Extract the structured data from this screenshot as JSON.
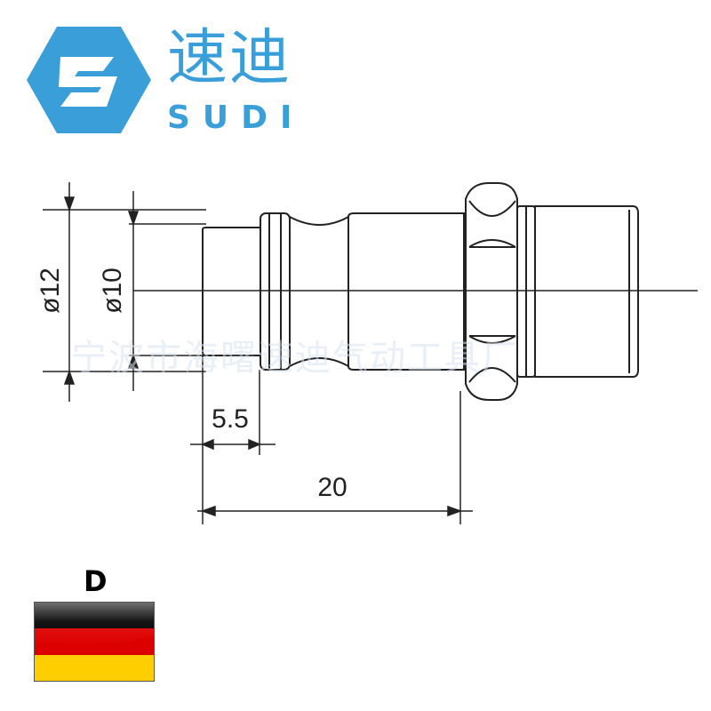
{
  "brand": {
    "name_cn": "速迪",
    "name_en": "SUDI",
    "color": "#3a9fd9",
    "icon": "sudi-logo-icon"
  },
  "drawing": {
    "dim_outer_diameter": "ø12",
    "dim_inner_diameter": "ø10",
    "dim_groove_length": "5.5",
    "dim_total_length": "20"
  },
  "watermark": "宁波市海曙速迪气动工具厂",
  "flag": {
    "code": "D",
    "colors": [
      "#000000",
      "#dd0000",
      "#ffce00"
    ]
  }
}
